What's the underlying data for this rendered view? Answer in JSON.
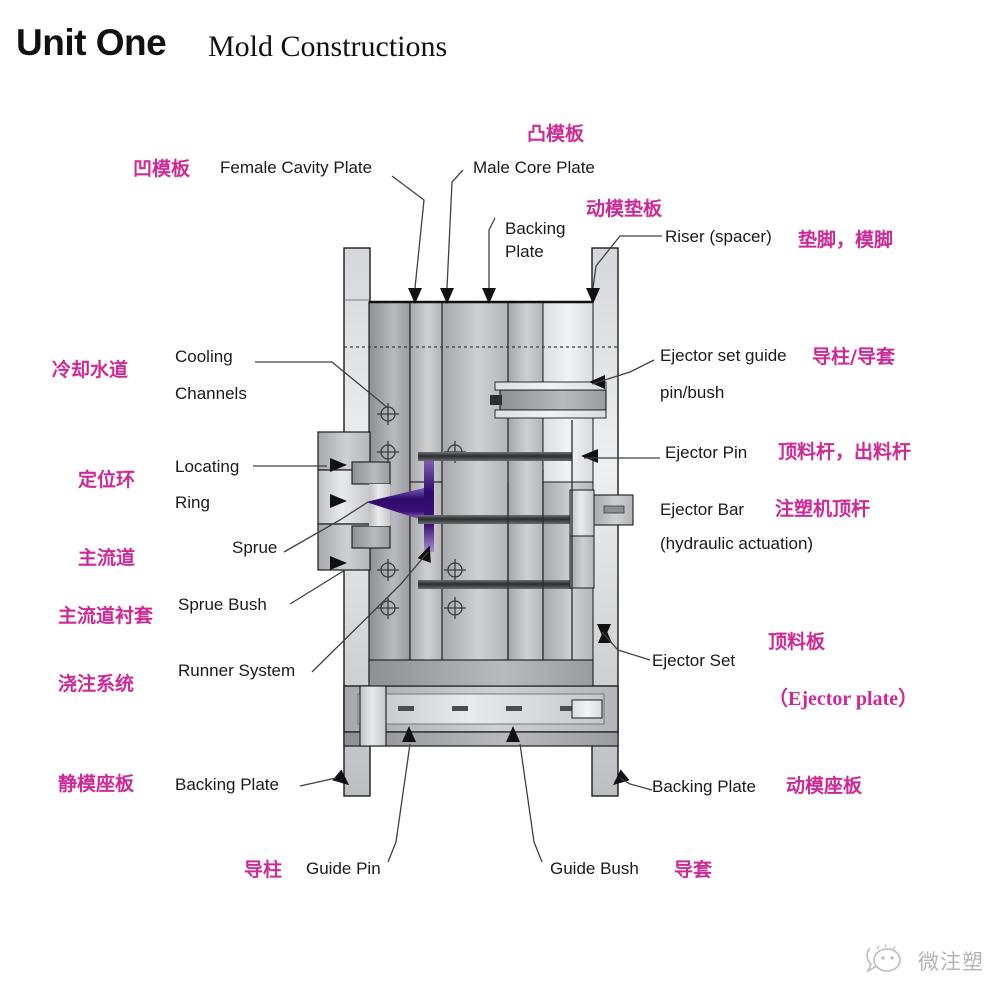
{
  "header": {
    "unit_title": "Unit One",
    "subtitle": "Mold Constructions"
  },
  "colors": {
    "chinese_label": "#cc2b96",
    "english_label": "#1a1a1a",
    "sprue_purple": "#3b1078",
    "plate_gray": "#c9cacc",
    "outline": "#1b1b1b"
  },
  "labels": {
    "female_cavity_plate_cn": "凹模板",
    "female_cavity_plate_en": "Female Cavity Plate",
    "male_core_plate_cn": "凸模板",
    "male_core_plate_en": "Male Core Plate",
    "backing_plate_top_en_l1": "Backing",
    "backing_plate_top_en_l2": "Plate",
    "riser_cn": "动模垫板",
    "riser_en": "Riser (spacer)",
    "riser_cn2": "垫脚，模脚",
    "cooling_channels_cn": "冷却水道",
    "cooling_channels_en_l1": "Cooling",
    "cooling_channels_en_l2": "Channels",
    "locating_ring_cn": "定位环",
    "locating_ring_en_l1": "Locating",
    "locating_ring_en_l2": "Ring",
    "sprue_cn": "主流道",
    "sprue_en": "Sprue",
    "sprue_bush_cn": "主流道衬套",
    "sprue_bush_en": "Sprue Bush",
    "runner_system_cn": "浇注系统",
    "runner_system_en": "Runner System",
    "ejector_guide_en_l1": "Ejector set guide",
    "ejector_guide_en_l2": "pin/bush",
    "ejector_guide_cn": "导柱/导套",
    "ejector_pin_en": "Ejector Pin",
    "ejector_pin_cn": "顶料杆，出料杆",
    "ejector_bar_en": "Ejector Bar",
    "ejector_bar_cn": "注塑机顶杆",
    "ejector_bar_en2": "(hydraulic actuation)",
    "ejector_set_en": "Ejector Set",
    "ejector_plate_cn": "顶料板",
    "ejector_plate_cn2": "（Ejector plate）",
    "backing_plate_left_cn": "静模座板",
    "backing_plate_left_en": "Backing Plate",
    "backing_plate_right_en": "Backing Plate",
    "backing_plate_right_cn": "动模座板",
    "guide_pin_cn": "导柱",
    "guide_pin_en": "Guide Pin",
    "guide_bush_en": "Guide Bush",
    "guide_bush_cn": "导套"
  },
  "watermark": {
    "text": "微注塑",
    "icon": "speech-bubble-face-icon"
  },
  "diagram": {
    "type": "injection-mold-cross-section",
    "description": "Cross-sectional engineering drawing of an injection mold showing stationary and moving halves, sprue in purple, ejector system, guide pins and backing plates."
  }
}
